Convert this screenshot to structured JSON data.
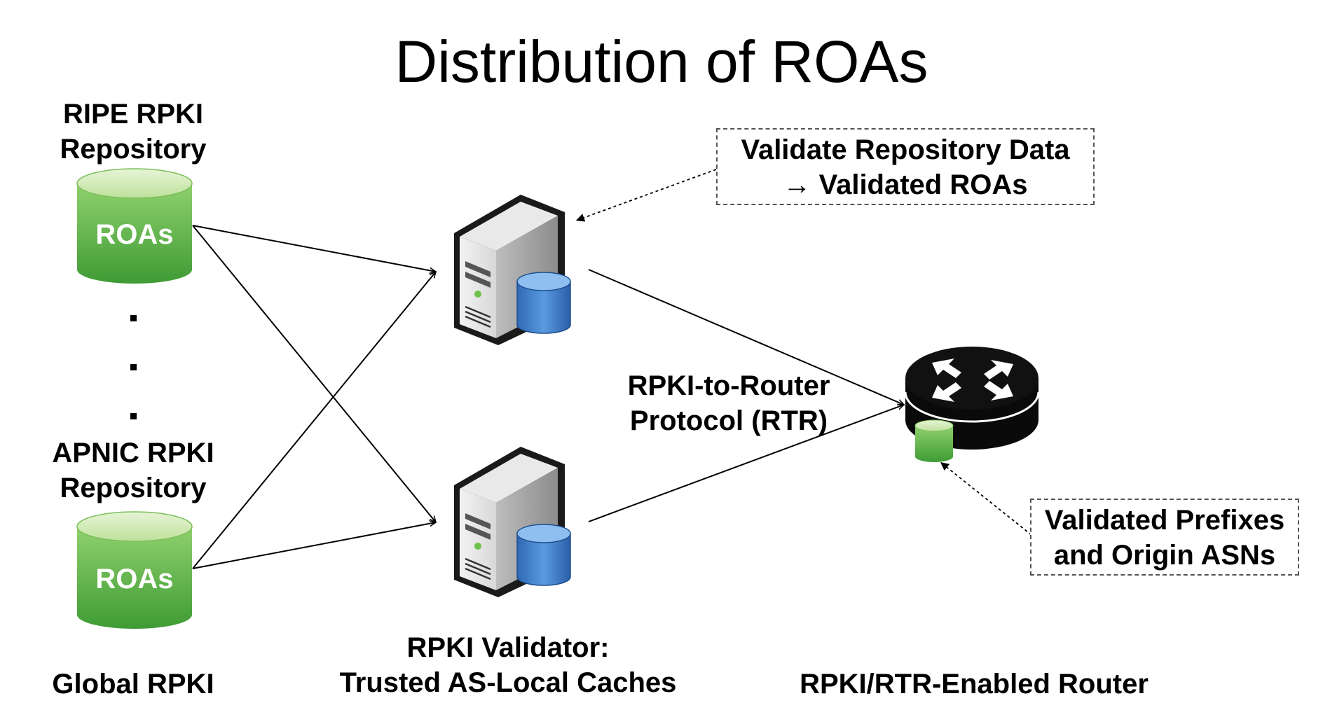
{
  "title": "Distribution of ROAs",
  "repositories": [
    {
      "name_line1": "RIPE RPKI",
      "name_line2": "Repository",
      "content_label": "ROAs"
    },
    {
      "name_line1": "APNIC RPKI",
      "name_line2": "Repository",
      "content_label": "ROAs"
    }
  ],
  "ellipsis_dots": [
    "·",
    "·",
    "·"
  ],
  "callouts": {
    "validate": {
      "line1": "Validate Repository Data",
      "line2": "→ Validated ROAs"
    },
    "validated_prefixes": {
      "line1": "Validated Prefixes",
      "line2": "and Origin ASNs"
    }
  },
  "protocol_label": {
    "line1": "RPKI-to-Router",
    "line2": "Protocol (RTR)"
  },
  "bottom_labels": {
    "global": "Global RPKI",
    "validator_line1": "RPKI Validator:",
    "validator_line2": "Trusted AS-Local Caches",
    "router": "RPKI/RTR-Enabled Router"
  },
  "colors": {
    "cylinder_green_top": "#cfe8b4",
    "cylinder_green_body": "#5cb84a",
    "server_db_blue": "#3f7fc8",
    "router_black": "#0a0a0a"
  },
  "icons": [
    "database-cylinder-icon",
    "server-icon",
    "router-icon"
  ]
}
